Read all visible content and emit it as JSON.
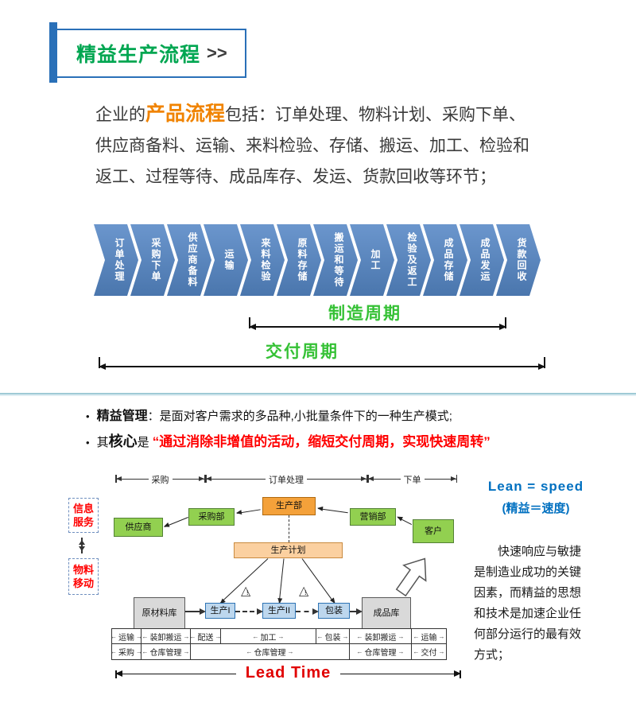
{
  "colors": {
    "title_green": "#00a651",
    "highlight_orange": "#f08300",
    "chevron_blue": "#4f81bd",
    "cycle_green": "#35c135",
    "accent_red": "#ff0000",
    "lean_blue": "#0070c0",
    "node_green": "#92d050",
    "node_orange": "#f4a13a",
    "node_peach": "#fbd0a0",
    "node_blue": "#bdd7ee",
    "node_gray": "#d9d9d9",
    "border_blue": "#2a70b8"
  },
  "title": {
    "text": "精益生产流程",
    "suffix": ">>"
  },
  "intro": {
    "prefix": "企业的",
    "highlight": "产品流程",
    "rest": "包括：订单处理、物料计划、采购下单、供应商备料、运输、来料检验、存储、搬运、加工、检验和返工、过程等待、成品库存、发运、货款回收等环节；"
  },
  "flow": {
    "steps": [
      "订单处理",
      "采购下单",
      "供应商备料",
      "运输",
      "来料检验",
      "原料存储",
      "搬运和等待",
      "加工",
      "检验及返工",
      "成品存储",
      "成品发运",
      "货款回收"
    ],
    "manufacturing": "制造周期",
    "delivery": "交付周期"
  },
  "bullets": {
    "term1": "精益管理",
    "desc1": "：是面对客户需求的多品种,小批量条件下的一种生产模式;",
    "pre2": "其",
    "term2": "核心",
    "mid2": "是",
    "quote2": "“通过消除非增值的活动，缩短交付周期，实现快速周转”"
  },
  "diagram": {
    "spans": [
      "采购",
      "订单处理",
      "下单"
    ],
    "info_label": "信息服务",
    "material_label": "物料移动",
    "nodes": {
      "supplier": "供应商",
      "purchasing": "采购部",
      "production": "生产部",
      "marketing": "营销部",
      "customer": "客户",
      "plan": "生产计划",
      "raw_warehouse": "原材料库",
      "process1": "生产I",
      "process2": "生产II",
      "packaging": "包装",
      "finished_warehouse": "成品库"
    },
    "timeline_top": [
      "运输",
      "装卸搬运",
      "配送",
      "加工",
      "包装",
      "装卸搬运",
      "运输"
    ],
    "timeline_bottom": [
      "采购",
      "仓库管理",
      "仓库管理",
      "仓库管理",
      "交付"
    ],
    "lead_time": "Lead Time"
  },
  "right_panel": {
    "lean_en": "Lean = speed",
    "lean_cn": "(精益＝速度)",
    "paragraph": "快速响应与敏捷是制造业成功的关键因素，而精益的思想和技术是加速企业任何部分运行的最有效方式；"
  }
}
